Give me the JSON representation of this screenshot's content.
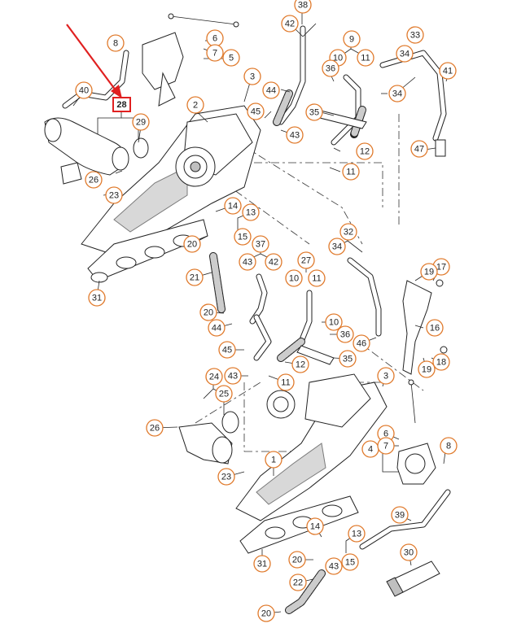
{
  "diagram": {
    "highlight": {
      "label": "28",
      "color": "#e02020"
    },
    "callout_color": "#e07a2c",
    "callouts": {
      "c1": "1",
      "c2": "2",
      "c3a": "3",
      "c3b": "3",
      "c4": "4",
      "c5": "5",
      "c6a": "6",
      "c6b": "6",
      "c7a": "7",
      "c7b": "7",
      "c8a": "8",
      "c8b": "8",
      "c9": "9",
      "c10a": "10",
      "c10b": "10",
      "c10c": "10",
      "c11a": "11",
      "c11b": "11",
      "c11c": "11",
      "c11d": "11",
      "c12a": "12",
      "c12b": "12",
      "c13a": "13",
      "c13b": "13",
      "c14a": "14",
      "c14b": "14",
      "c15a": "15",
      "c15b": "15",
      "c16": "16",
      "c17": "17",
      "c18": "18",
      "c19a": "19",
      "c19b": "19",
      "c20a": "20",
      "c20b": "20",
      "c20c": "20",
      "c20d": "20",
      "c21": "21",
      "c22": "22",
      "c23a": "23",
      "c23b": "23",
      "c24": "24",
      "c25": "25",
      "c26a": "26",
      "c26b": "26",
      "c27": "27",
      "c29": "29",
      "c30": "30",
      "c31a": "31",
      "c31b": "31",
      "c32": "32",
      "c33": "33",
      "c34a": "34",
      "c34b": "34",
      "c34c": "34",
      "c35a": "35",
      "c35b": "35",
      "c36a": "36",
      "c36b": "36",
      "c37": "37",
      "c38": "38",
      "c39": "39",
      "c40": "40",
      "c41": "41",
      "c42a": "42",
      "c42b": "42",
      "c43a": "43",
      "c43b": "43",
      "c43c": "43",
      "c43d": "43",
      "c44a": "44",
      "c44b": "44",
      "c45a": "45",
      "c45b": "45",
      "c46": "46",
      "c47": "47"
    }
  }
}
